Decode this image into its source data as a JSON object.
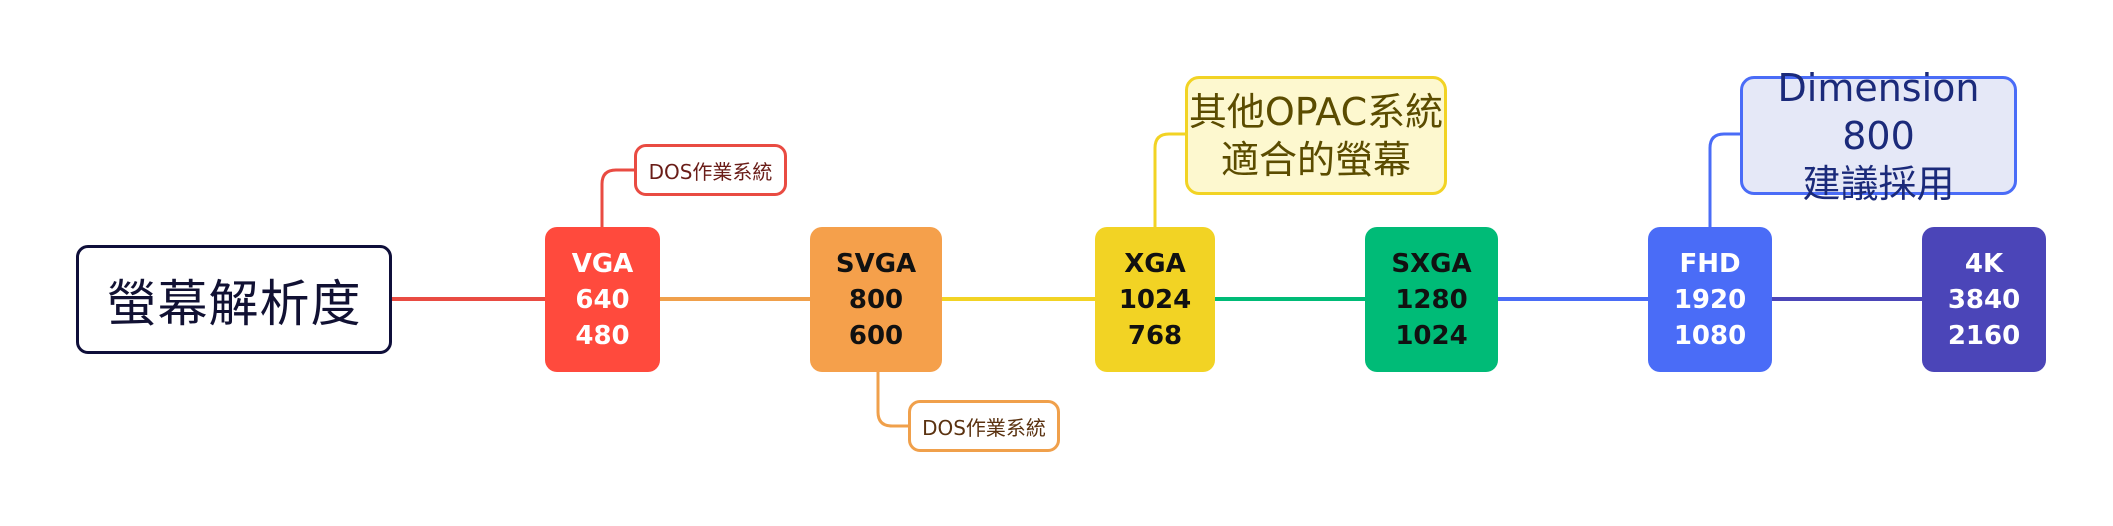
{
  "root": {
    "label": "螢幕解析度"
  },
  "nodes": [
    {
      "name": "VGA",
      "width": "640",
      "height": "480",
      "color": "#ff4a3d",
      "text": "#ffffff"
    },
    {
      "name": "SVGA",
      "width": "800",
      "height": "600",
      "color": "#f5a04b",
      "text": "#111111"
    },
    {
      "name": "XGA",
      "width": "1024",
      "height": "768",
      "color": "#f2d324",
      "text": "#111111"
    },
    {
      "name": "SXGA",
      "width": "1280",
      "height": "1024",
      "color": "#00bb77",
      "text": "#111111"
    },
    {
      "name": "FHD",
      "width": "1920",
      "height": "1080",
      "color": "#4a6cf7",
      "text": "#ffffff"
    },
    {
      "name": "4K",
      "width": "3840",
      "height": "2160",
      "color": "#4b45b8",
      "text": "#ffffff"
    }
  ],
  "notes": {
    "vga": {
      "text": "DOS作業系統",
      "border": "#e94b42",
      "color": "#6a1d18"
    },
    "svga": {
      "text": "DOS作業系統",
      "border": "#f0a04b",
      "color": "#5a3210"
    },
    "xga": {
      "line1": "其他OPAC系統",
      "line2": "適合的螢幕",
      "border": "#f2d324",
      "bg": "#fdf8cf",
      "color": "#5b4c00"
    },
    "fhd": {
      "line1": "Dimension 800",
      "line2": "建議採用",
      "border": "#4a6cf7",
      "bg": "#e5e8f7",
      "color": "#1b2a7a"
    }
  }
}
